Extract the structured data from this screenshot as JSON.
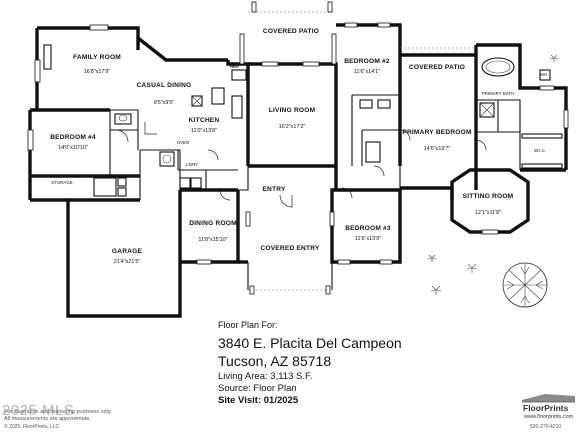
{
  "rooms": {
    "family_room": {
      "name": "FAMILY ROOM",
      "dim": "16'8\"x17'9\""
    },
    "casual_dining": {
      "name": "CASUAL DINING",
      "dim": "9'5\"x9'5\""
    },
    "covered_patio_n": {
      "name": "COVERED PATIO"
    },
    "living_room": {
      "name": "LIVING ROOM",
      "dim": "16'2\"x17'2\""
    },
    "bedroom2": {
      "name": "BEDROOM #2",
      "dim": "11'6\"x14'1\""
    },
    "covered_patio_e": {
      "name": "COVERED PATIO"
    },
    "primary_bath": {
      "name": "PRIMARY BATH"
    },
    "wic": {
      "name": "W.I.C."
    },
    "kitchen": {
      "name": "KITCHEN",
      "dim": "11'0\"x13'8\""
    },
    "bedroom4": {
      "name": "BEDROOM #4",
      "dim": "14'0\"x10'10\""
    },
    "oven": {
      "name": "OVEN"
    },
    "ldry": {
      "name": "L'DRY"
    },
    "primary_bedroom": {
      "name": "PRIMARY BEDROOM",
      "dim": "14'6\"x19'7\""
    },
    "entry": {
      "name": "ENTRY"
    },
    "storage": {
      "name": "STORAGE"
    },
    "sitting_room": {
      "name": "SITTING ROOM",
      "dim": "12'1\"x11'8\""
    },
    "dining_room": {
      "name": "DINING ROOM",
      "dim": "11'8\"x15'10\""
    },
    "bedroom3": {
      "name": "BEDROOM #3",
      "dim": "11'6\"x13'9\""
    },
    "covered_entry": {
      "name": "COVERED ENTRY"
    },
    "garage": {
      "name": "GARAGE",
      "dim": "21'4\"x21'5\""
    }
  },
  "fixtures": {
    "refrigerator": "REF",
    "bbq": "BBQ",
    "wine": "WH"
  },
  "info": {
    "heading": "Floor Plan For:",
    "address1": "3840 E. Placita Del Campeon",
    "address2": "Tucson, AZ  85718",
    "living_area": "Living Area:  3,113 S.F.",
    "source": "Source:  Floor Plan",
    "site_visit": "Site Visit:  01/2025"
  },
  "footer": {
    "disclaimer1": "For illustration and marketing purposes only.",
    "disclaimer2": "All measurements are approximate.",
    "copyright": "© 2025, FloorPrints, LLC",
    "watermark": "2025 MLS",
    "logo": "FloorPrints",
    "url": "www.floorprints.com",
    "phone": "520-270-4210"
  }
}
